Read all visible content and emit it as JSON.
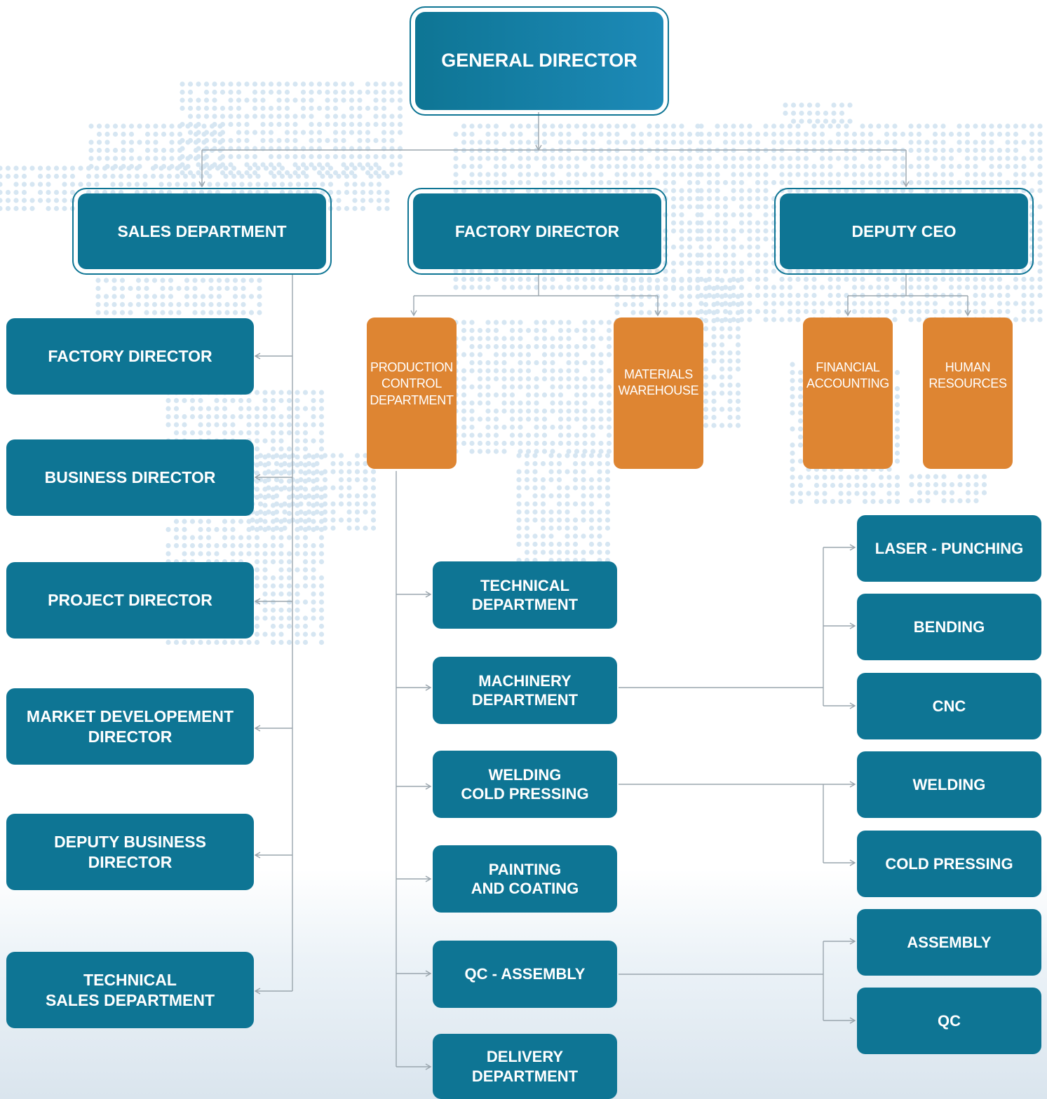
{
  "org_chart": {
    "general_director": "GENERAL DIRECTOR",
    "sales_department": "SALES DEPARTMENT",
    "factory_director": "FACTORY DIRECTOR",
    "deputy_ceo": "DEPUTY CEO",
    "sales_children": [
      "FACTORY DIRECTOR",
      "BUSINESS DIRECTOR",
      "PROJECT DIRECTOR",
      "MARKET DEVELOPEMENT\nDIRECTOR",
      "DEPUTY BUSINESS\nDIRECTOR",
      "TECHNICAL\nSALES DEPARTMENT"
    ],
    "factory_children": [
      "PRODUCTION\nCONTROL\nDEPARTMENT",
      "MATERIALS\nWAREHOUSE"
    ],
    "deputy_children": [
      "FINANCIAL\nACCOUNTING",
      "HUMAN\nRESOURCES"
    ],
    "production_departments": [
      "TECHNICAL\nDEPARTMENT",
      "MACHINERY\nDEPARTMENT",
      "WELDING\nCOLD PRESSING",
      "PAINTING\nAND COATING",
      "QC - ASSEMBLY",
      "DELIVERY\nDEPARTMENT"
    ],
    "work_units": [
      "LASER - PUNCHING",
      "BENDING",
      "CNC",
      "WELDING",
      "COLD PRESSING",
      "ASSEMBLY",
      "QC"
    ]
  },
  "colors": {
    "teal": "#0e7594",
    "orange": "#de8532",
    "connector": "#9aa5ad",
    "map_dot": "#d6e6f2"
  }
}
